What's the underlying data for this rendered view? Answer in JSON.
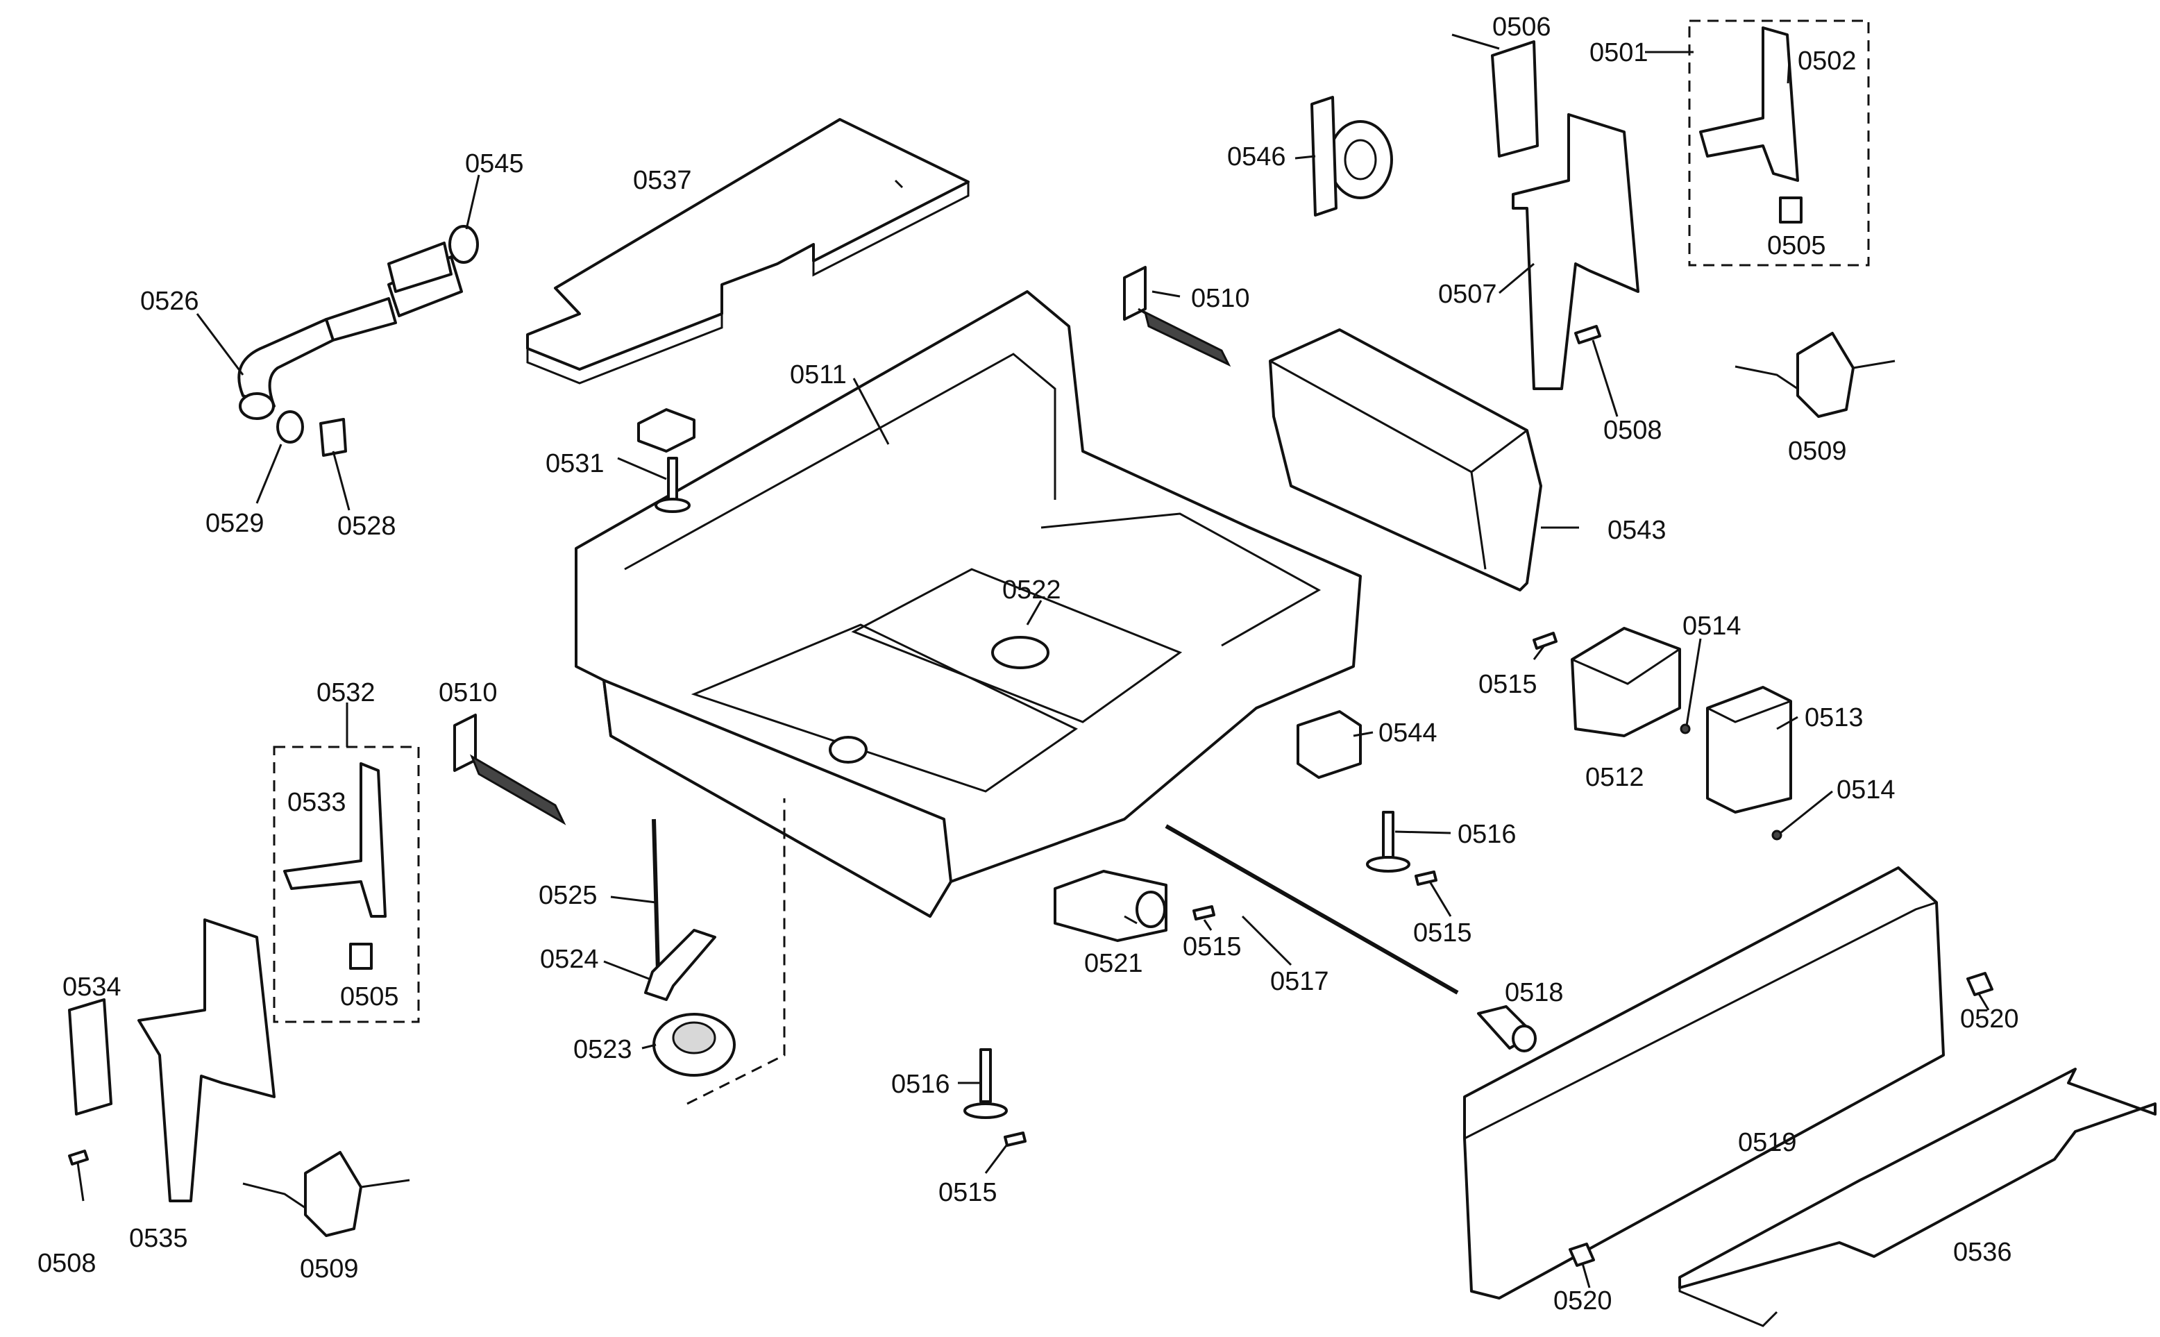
{
  "labels": {
    "l0501": "0501",
    "l0502": "0502",
    "l0505a": "0505",
    "l0505b": "0505",
    "l0506": "0506",
    "l0507": "0507",
    "l0508a": "0508",
    "l0508b": "0508",
    "l0509a": "0509",
    "l0509b": "0509",
    "l0510a": "0510",
    "l0510b": "0510",
    "l0511": "0511",
    "l0512": "0512",
    "l0513": "0513",
    "l0514a": "0514",
    "l0514b": "0514",
    "l0515a": "0515",
    "l0515b": "0515",
    "l0515c": "0515",
    "l0515d": "0515",
    "l0516a": "0516",
    "l0516b": "0516",
    "l0517": "0517",
    "l0518": "0518",
    "l0519": "0519",
    "l0520a": "0520",
    "l0520b": "0520",
    "l0521": "0521",
    "l0522": "0522",
    "l0523": "0523",
    "l0524": "0524",
    "l0525": "0525",
    "l0526": "0526",
    "l0528": "0528",
    "l0529": "0529",
    "l0531": "0531",
    "l0532": "0532",
    "l0533": "0533",
    "l0534": "0534",
    "l0535": "0535",
    "l0536": "0536",
    "l0537": "0537",
    "l0543": "0543",
    "l0544": "0544",
    "l0545": "0545",
    "l0546": "0546"
  }
}
